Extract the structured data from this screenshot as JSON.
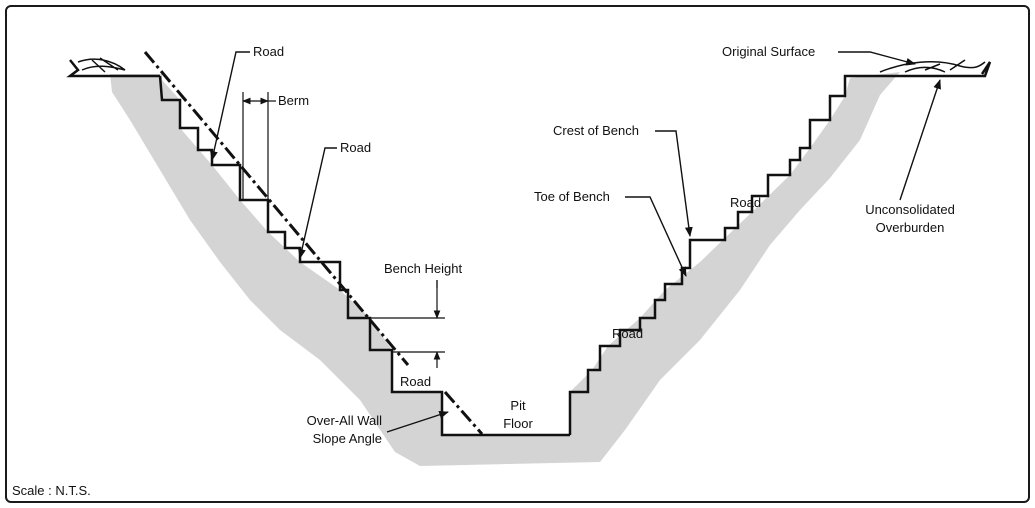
{
  "labels": {
    "road_1": "Road",
    "berm": "Berm",
    "road_2": "Road",
    "bench_height": "Bench Height",
    "road_3": "Road",
    "over_all_line1": "Over-All Wall",
    "over_all_line2": "Slope Angle",
    "pit_floor_line1": "Pit",
    "pit_floor_line2": "Floor",
    "original_surface": "Original Surface",
    "crest_of_bench": "Crest of Bench",
    "toe_of_bench": "Toe of Bench",
    "road_right_upper": "Road",
    "road_right_lower": "Road",
    "unconsolidated_line1": "Unconsolidated",
    "unconsolidated_line2": "Overburden",
    "scale": "Scale :  N.T.S."
  },
  "colors": {
    "rock_fill": "#d4d4d4",
    "line": "#111111",
    "background": "#ffffff"
  }
}
